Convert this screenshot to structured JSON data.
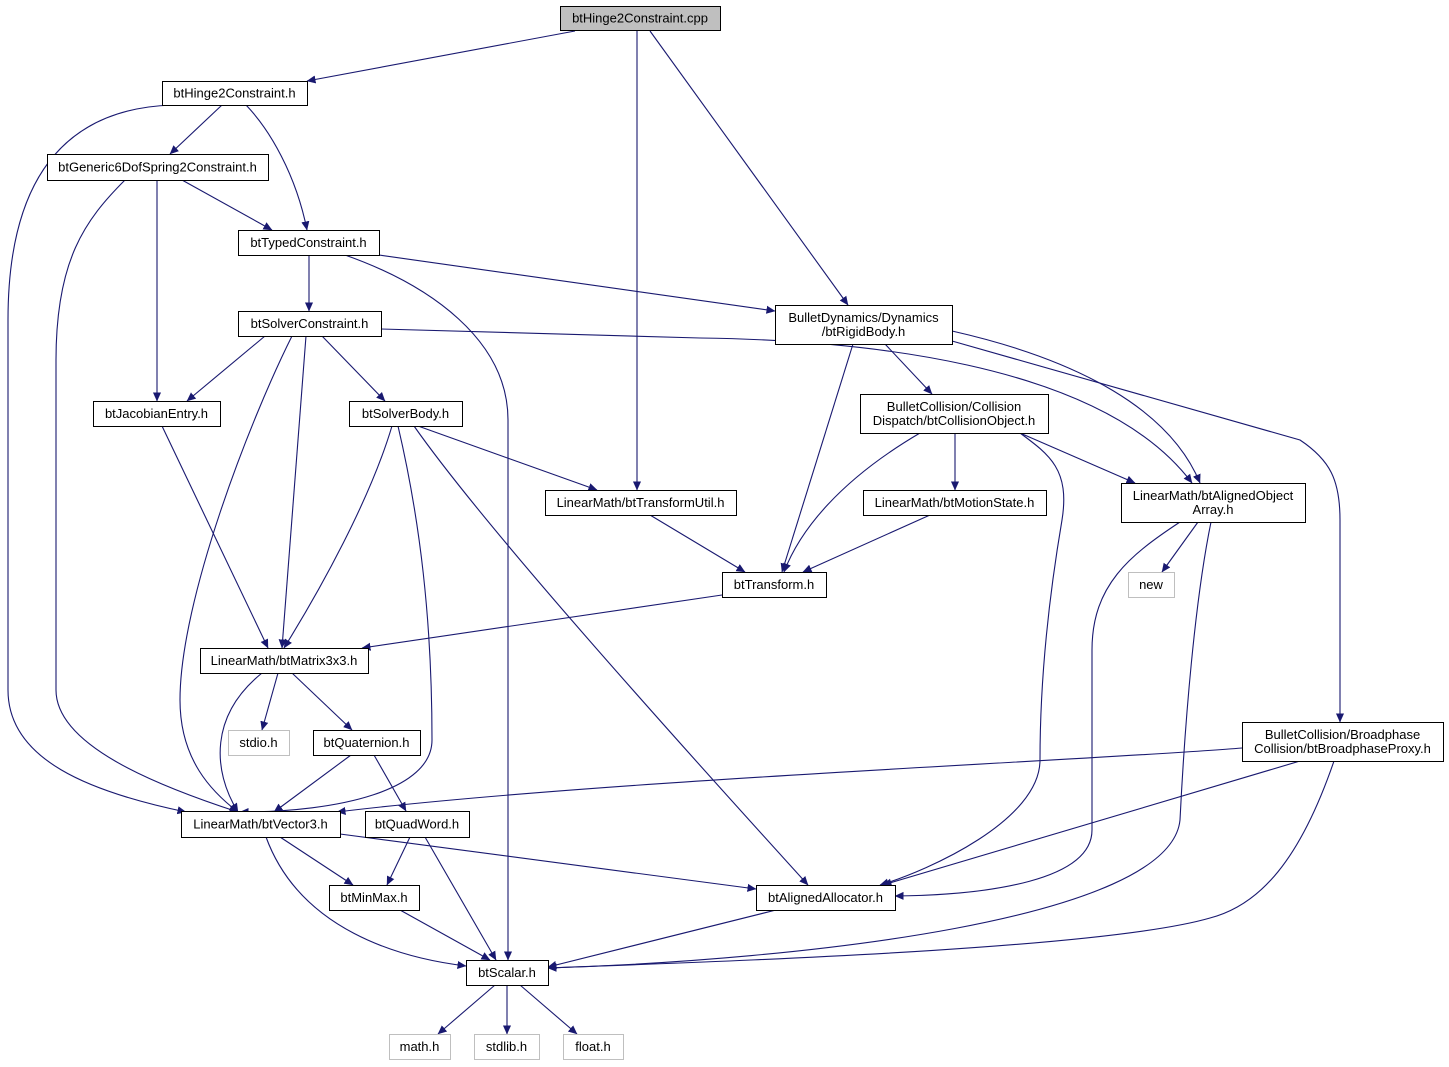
{
  "colors": {
    "edge": "#191970",
    "border": "#000000",
    "external_border": "#bfbfbf",
    "root_fill": "#bfbfbf"
  },
  "nodes": [
    {
      "id": "root",
      "lines": [
        "btHinge2Constraint.cpp"
      ],
      "kind": "root"
    },
    {
      "id": "hinge2",
      "lines": [
        "btHinge2Constraint.h"
      ],
      "kind": "header"
    },
    {
      "id": "g6dof",
      "lines": [
        "btGeneric6DofSpring2Constraint.h"
      ],
      "kind": "header"
    },
    {
      "id": "typed",
      "lines": [
        "btTypedConstraint.h"
      ],
      "kind": "header"
    },
    {
      "id": "solverc",
      "lines": [
        "btSolverConstraint.h"
      ],
      "kind": "header"
    },
    {
      "id": "rigid",
      "lines": [
        "BulletDynamics/Dynamics",
        "/btRigidBody.h"
      ],
      "kind": "header"
    },
    {
      "id": "jac",
      "lines": [
        "btJacobianEntry.h"
      ],
      "kind": "header"
    },
    {
      "id": "sbody",
      "lines": [
        "btSolverBody.h"
      ],
      "kind": "header"
    },
    {
      "id": "colobj",
      "lines": [
        "BulletCollision/Collision",
        "Dispatch/btCollisionObject.h"
      ],
      "kind": "header"
    },
    {
      "id": "tutil",
      "lines": [
        "LinearMath/btTransformUtil.h"
      ],
      "kind": "header"
    },
    {
      "id": "motion",
      "lines": [
        "LinearMath/btMotionState.h"
      ],
      "kind": "header"
    },
    {
      "id": "aoa",
      "lines": [
        "LinearMath/btAlignedObject",
        "Array.h"
      ],
      "kind": "header"
    },
    {
      "id": "trans",
      "lines": [
        "btTransform.h"
      ],
      "kind": "header"
    },
    {
      "id": "new",
      "lines": [
        "new"
      ],
      "kind": "external"
    },
    {
      "id": "mat",
      "lines": [
        "LinearMath/btMatrix3x3.h"
      ],
      "kind": "header"
    },
    {
      "id": "stdio",
      "lines": [
        "stdio.h"
      ],
      "kind": "external"
    },
    {
      "id": "quat",
      "lines": [
        "btQuaternion.h"
      ],
      "kind": "header"
    },
    {
      "id": "bproxy",
      "lines": [
        "BulletCollision/Broadphase",
        "Collision/btBroadphaseProxy.h"
      ],
      "kind": "header"
    },
    {
      "id": "vec3",
      "lines": [
        "LinearMath/btVector3.h"
      ],
      "kind": "header"
    },
    {
      "id": "qword",
      "lines": [
        "btQuadWord.h"
      ],
      "kind": "header"
    },
    {
      "id": "minmax",
      "lines": [
        "btMinMax.h"
      ],
      "kind": "header"
    },
    {
      "id": "alloc",
      "lines": [
        "btAlignedAllocator.h"
      ],
      "kind": "header"
    },
    {
      "id": "scalar",
      "lines": [
        "btScalar.h"
      ],
      "kind": "header"
    },
    {
      "id": "math",
      "lines": [
        "math.h"
      ],
      "kind": "external"
    },
    {
      "id": "stdlib",
      "lines": [
        "stdlib.h"
      ],
      "kind": "external"
    },
    {
      "id": "float",
      "lines": [
        "float.h"
      ],
      "kind": "external"
    }
  ],
  "edges": [
    [
      "root",
      "hinge2"
    ],
    [
      "root",
      "tutil"
    ],
    [
      "root",
      "rigid"
    ],
    [
      "hinge2",
      "g6dof"
    ],
    [
      "hinge2",
      "typed"
    ],
    [
      "hinge2",
      "vec3"
    ],
    [
      "g6dof",
      "typed"
    ],
    [
      "g6dof",
      "jac"
    ],
    [
      "g6dof",
      "vec3"
    ],
    [
      "typed",
      "solverc"
    ],
    [
      "typed",
      "rigid"
    ],
    [
      "typed",
      "scalar"
    ],
    [
      "solverc",
      "jac"
    ],
    [
      "solverc",
      "sbody"
    ],
    [
      "solverc",
      "mat"
    ],
    [
      "solverc",
      "vec3"
    ],
    [
      "solverc",
      "aoa"
    ],
    [
      "jac",
      "mat"
    ],
    [
      "sbody",
      "tutil"
    ],
    [
      "sbody",
      "mat"
    ],
    [
      "sbody",
      "vec3"
    ],
    [
      "sbody",
      "alloc"
    ],
    [
      "rigid",
      "colobj"
    ],
    [
      "rigid",
      "trans"
    ],
    [
      "rigid",
      "aoa"
    ],
    [
      "rigid",
      "bproxy"
    ],
    [
      "colobj",
      "motion"
    ],
    [
      "colobj",
      "trans"
    ],
    [
      "colobj",
      "aoa"
    ],
    [
      "colobj",
      "alloc"
    ],
    [
      "tutil",
      "trans"
    ],
    [
      "motion",
      "trans"
    ],
    [
      "aoa",
      "new"
    ],
    [
      "aoa",
      "alloc"
    ],
    [
      "aoa",
      "scalar"
    ],
    [
      "trans",
      "mat"
    ],
    [
      "mat",
      "stdio"
    ],
    [
      "mat",
      "quat"
    ],
    [
      "mat",
      "vec3"
    ],
    [
      "quat",
      "vec3"
    ],
    [
      "quat",
      "qword"
    ],
    [
      "bproxy",
      "vec3"
    ],
    [
      "bproxy",
      "alloc"
    ],
    [
      "bproxy",
      "scalar"
    ],
    [
      "vec3",
      "minmax"
    ],
    [
      "vec3",
      "alloc"
    ],
    [
      "vec3",
      "scalar"
    ],
    [
      "qword",
      "minmax"
    ],
    [
      "qword",
      "scalar"
    ],
    [
      "minmax",
      "scalar"
    ],
    [
      "alloc",
      "scalar"
    ],
    [
      "scalar",
      "math"
    ],
    [
      "scalar",
      "stdlib"
    ],
    [
      "scalar",
      "float"
    ]
  ]
}
